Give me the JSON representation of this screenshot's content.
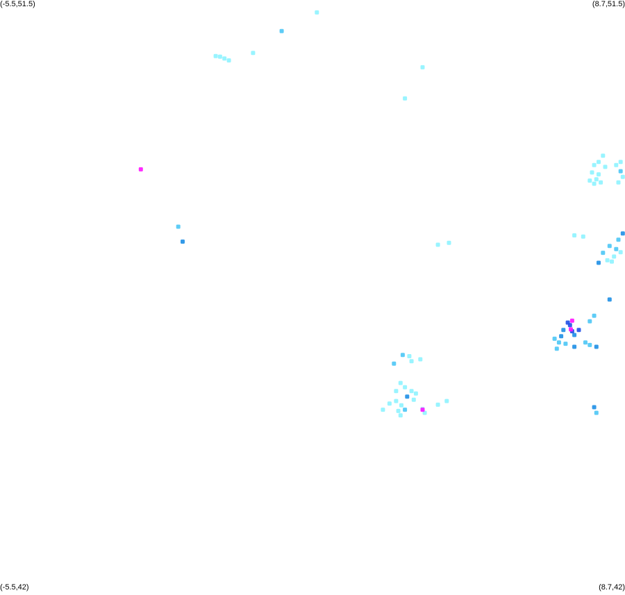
{
  "corners": {
    "top_left": "(-5.5,51.5)",
    "top_right": "(8.7,51.5)",
    "bottom_left": "(-5.5,42)",
    "bottom_right": "(8.7,42)"
  },
  "extent": {
    "lon_min": -5.5,
    "lon_max": 8.7,
    "lat_min": 42,
    "lat_max": 51.5
  },
  "colors": {
    "pale_cyan": "#8ef3ff",
    "light_blue": "#4cc7f5",
    "mid_blue": "#1e8fe6",
    "deep_blue": "#1f4fe8",
    "magenta": "#ff14ff"
  },
  "points": [
    {
      "lon": 1.7,
      "lat": 51.3,
      "color": "pale_cyan"
    },
    {
      "lon": 0.9,
      "lat": 51.0,
      "color": "light_blue"
    },
    {
      "lon": -0.6,
      "lat": 50.6,
      "color": "pale_cyan"
    },
    {
      "lon": -0.5,
      "lat": 50.59,
      "color": "pale_cyan"
    },
    {
      "lon": -0.4,
      "lat": 50.56,
      "color": "pale_cyan"
    },
    {
      "lon": -0.3,
      "lat": 50.53,
      "color": "pale_cyan"
    },
    {
      "lon": 0.25,
      "lat": 50.65,
      "color": "pale_cyan"
    },
    {
      "lon": 4.1,
      "lat": 50.42,
      "color": "pale_cyan"
    },
    {
      "lon": 3.7,
      "lat": 49.92,
      "color": "pale_cyan"
    },
    {
      "lon": -2.3,
      "lat": 48.78,
      "color": "magenta"
    },
    {
      "lon": -1.45,
      "lat": 47.86,
      "color": "light_blue"
    },
    {
      "lon": -1.35,
      "lat": 47.62,
      "color": "mid_blue"
    },
    {
      "lon": 4.45,
      "lat": 47.57,
      "color": "pale_cyan"
    },
    {
      "lon": 4.7,
      "lat": 47.6,
      "color": "pale_cyan"
    },
    {
      "lon": 7.55,
      "lat": 47.72,
      "color": "pale_cyan"
    },
    {
      "lon": 8.35,
      "lat": 46.69,
      "color": "mid_blue"
    },
    {
      "lon": 7.45,
      "lat": 46.28,
      "color": "deep_blue"
    },
    {
      "lon": 7.4,
      "lat": 46.32,
      "color": "deep_blue"
    },
    {
      "lon": 7.5,
      "lat": 46.18,
      "color": "deep_blue"
    },
    {
      "lon": 7.3,
      "lat": 46.2,
      "color": "mid_blue"
    },
    {
      "lon": 7.25,
      "lat": 46.1,
      "color": "mid_blue"
    },
    {
      "lon": 7.55,
      "lat": 46.12,
      "color": "mid_blue"
    },
    {
      "lon": 7.65,
      "lat": 46.2,
      "color": "deep_blue"
    },
    {
      "lon": 7.2,
      "lat": 46.0,
      "color": "light_blue"
    },
    {
      "lon": 7.35,
      "lat": 45.98,
      "color": "light_blue"
    },
    {
      "lon": 7.55,
      "lat": 45.93,
      "color": "mid_blue"
    },
    {
      "lon": 7.5,
      "lat": 46.35,
      "color": "magenta"
    },
    {
      "lon": 7.47,
      "lat": 46.21,
      "color": "magenta"
    },
    {
      "lon": 7.1,
      "lat": 46.06,
      "color": "light_blue"
    },
    {
      "lon": 7.15,
      "lat": 45.9,
      "color": "light_blue"
    },
    {
      "lon": 8.0,
      "lat": 46.43,
      "color": "light_blue"
    },
    {
      "lon": 7.9,
      "lat": 46.34,
      "color": "light_blue"
    },
    {
      "lon": 7.8,
      "lat": 46.0,
      "color": "light_blue"
    },
    {
      "lon": 7.9,
      "lat": 45.96,
      "color": "light_blue"
    },
    {
      "lon": 8.05,
      "lat": 45.93,
      "color": "mid_blue"
    },
    {
      "lon": 3.65,
      "lat": 45.8,
      "color": "light_blue"
    },
    {
      "lon": 3.8,
      "lat": 45.78,
      "color": "pale_cyan"
    },
    {
      "lon": 3.45,
      "lat": 45.66,
      "color": "light_blue"
    },
    {
      "lon": 3.85,
      "lat": 45.7,
      "color": "pale_cyan"
    },
    {
      "lon": 4.05,
      "lat": 45.73,
      "color": "pale_cyan"
    },
    {
      "lon": 3.6,
      "lat": 45.35,
      "color": "pale_cyan"
    },
    {
      "lon": 3.5,
      "lat": 45.22,
      "color": "pale_cyan"
    },
    {
      "lon": 3.7,
      "lat": 45.28,
      "color": "pale_cyan"
    },
    {
      "lon": 3.85,
      "lat": 45.22,
      "color": "pale_cyan"
    },
    {
      "lon": 3.95,
      "lat": 45.18,
      "color": "pale_cyan"
    },
    {
      "lon": 3.75,
      "lat": 45.13,
      "color": "mid_blue"
    },
    {
      "lon": 3.9,
      "lat": 45.08,
      "color": "pale_cyan"
    },
    {
      "lon": 3.5,
      "lat": 45.06,
      "color": "pale_cyan"
    },
    {
      "lon": 3.35,
      "lat": 45.02,
      "color": "pale_cyan"
    },
    {
      "lon": 3.62,
      "lat": 44.99,
      "color": "pale_cyan"
    },
    {
      "lon": 3.7,
      "lat": 44.92,
      "color": "light_blue"
    },
    {
      "lon": 3.55,
      "lat": 44.9,
      "color": "pale_cyan"
    },
    {
      "lon": 3.2,
      "lat": 44.92,
      "color": "pale_cyan"
    },
    {
      "lon": 4.1,
      "lat": 44.93,
      "color": "pale_cyan"
    },
    {
      "lon": 4.45,
      "lat": 45.0,
      "color": "pale_cyan"
    },
    {
      "lon": 4.65,
      "lat": 45.06,
      "color": "pale_cyan"
    },
    {
      "lon": 4.15,
      "lat": 44.87,
      "color": "pale_cyan"
    },
    {
      "lon": 3.6,
      "lat": 44.83,
      "color": "pale_cyan"
    },
    {
      "lon": 4.1,
      "lat": 44.92,
      "color": "magenta"
    },
    {
      "lon": 8.0,
      "lat": 44.96,
      "color": "mid_blue"
    },
    {
      "lon": 8.05,
      "lat": 44.87,
      "color": "light_blue"
    },
    {
      "lon": 8.85,
      "lat": 49.05,
      "color": "pale_cyan"
    },
    {
      "lon": 8.2,
      "lat": 49.0,
      "color": "pale_cyan"
    },
    {
      "lon": 8.1,
      "lat": 48.9,
      "color": "pale_cyan"
    },
    {
      "lon": 8.0,
      "lat": 48.85,
      "color": "pale_cyan"
    },
    {
      "lon": 8.25,
      "lat": 48.82,
      "color": "pale_cyan"
    },
    {
      "lon": 8.6,
      "lat": 48.9,
      "color": "pale_cyan"
    },
    {
      "lon": 8.5,
      "lat": 48.85,
      "color": "pale_cyan"
    },
    {
      "lon": 7.95,
      "lat": 48.73,
      "color": "pale_cyan"
    },
    {
      "lon": 8.1,
      "lat": 48.7,
      "color": "pale_cyan"
    },
    {
      "lon": 8.65,
      "lat": 48.66,
      "color": "pale_cyan"
    },
    {
      "lon": 7.9,
      "lat": 48.6,
      "color": "pale_cyan"
    },
    {
      "lon": 8.05,
      "lat": 48.62,
      "color": "pale_cyan"
    },
    {
      "lon": 8.6,
      "lat": 48.75,
      "color": "light_blue"
    },
    {
      "lon": 8.0,
      "lat": 48.55,
      "color": "pale_cyan"
    },
    {
      "lon": 8.15,
      "lat": 48.57,
      "color": "pale_cyan"
    },
    {
      "lon": 8.55,
      "lat": 48.57,
      "color": "pale_cyan"
    },
    {
      "lon": 7.75,
      "lat": 47.7,
      "color": "pale_cyan"
    },
    {
      "lon": 8.65,
      "lat": 47.75,
      "color": "mid_blue"
    },
    {
      "lon": 8.55,
      "lat": 47.65,
      "color": "light_blue"
    },
    {
      "lon": 8.35,
      "lat": 47.55,
      "color": "light_blue"
    },
    {
      "lon": 8.5,
      "lat": 47.5,
      "color": "light_blue"
    },
    {
      "lon": 8.6,
      "lat": 47.45,
      "color": "pale_cyan"
    },
    {
      "lon": 8.2,
      "lat": 47.44,
      "color": "light_blue"
    },
    {
      "lon": 8.45,
      "lat": 47.38,
      "color": "pale_cyan"
    },
    {
      "lon": 8.3,
      "lat": 47.32,
      "color": "pale_cyan"
    },
    {
      "lon": 8.1,
      "lat": 47.28,
      "color": "mid_blue"
    },
    {
      "lon": 8.4,
      "lat": 47.3,
      "color": "pale_cyan"
    }
  ]
}
